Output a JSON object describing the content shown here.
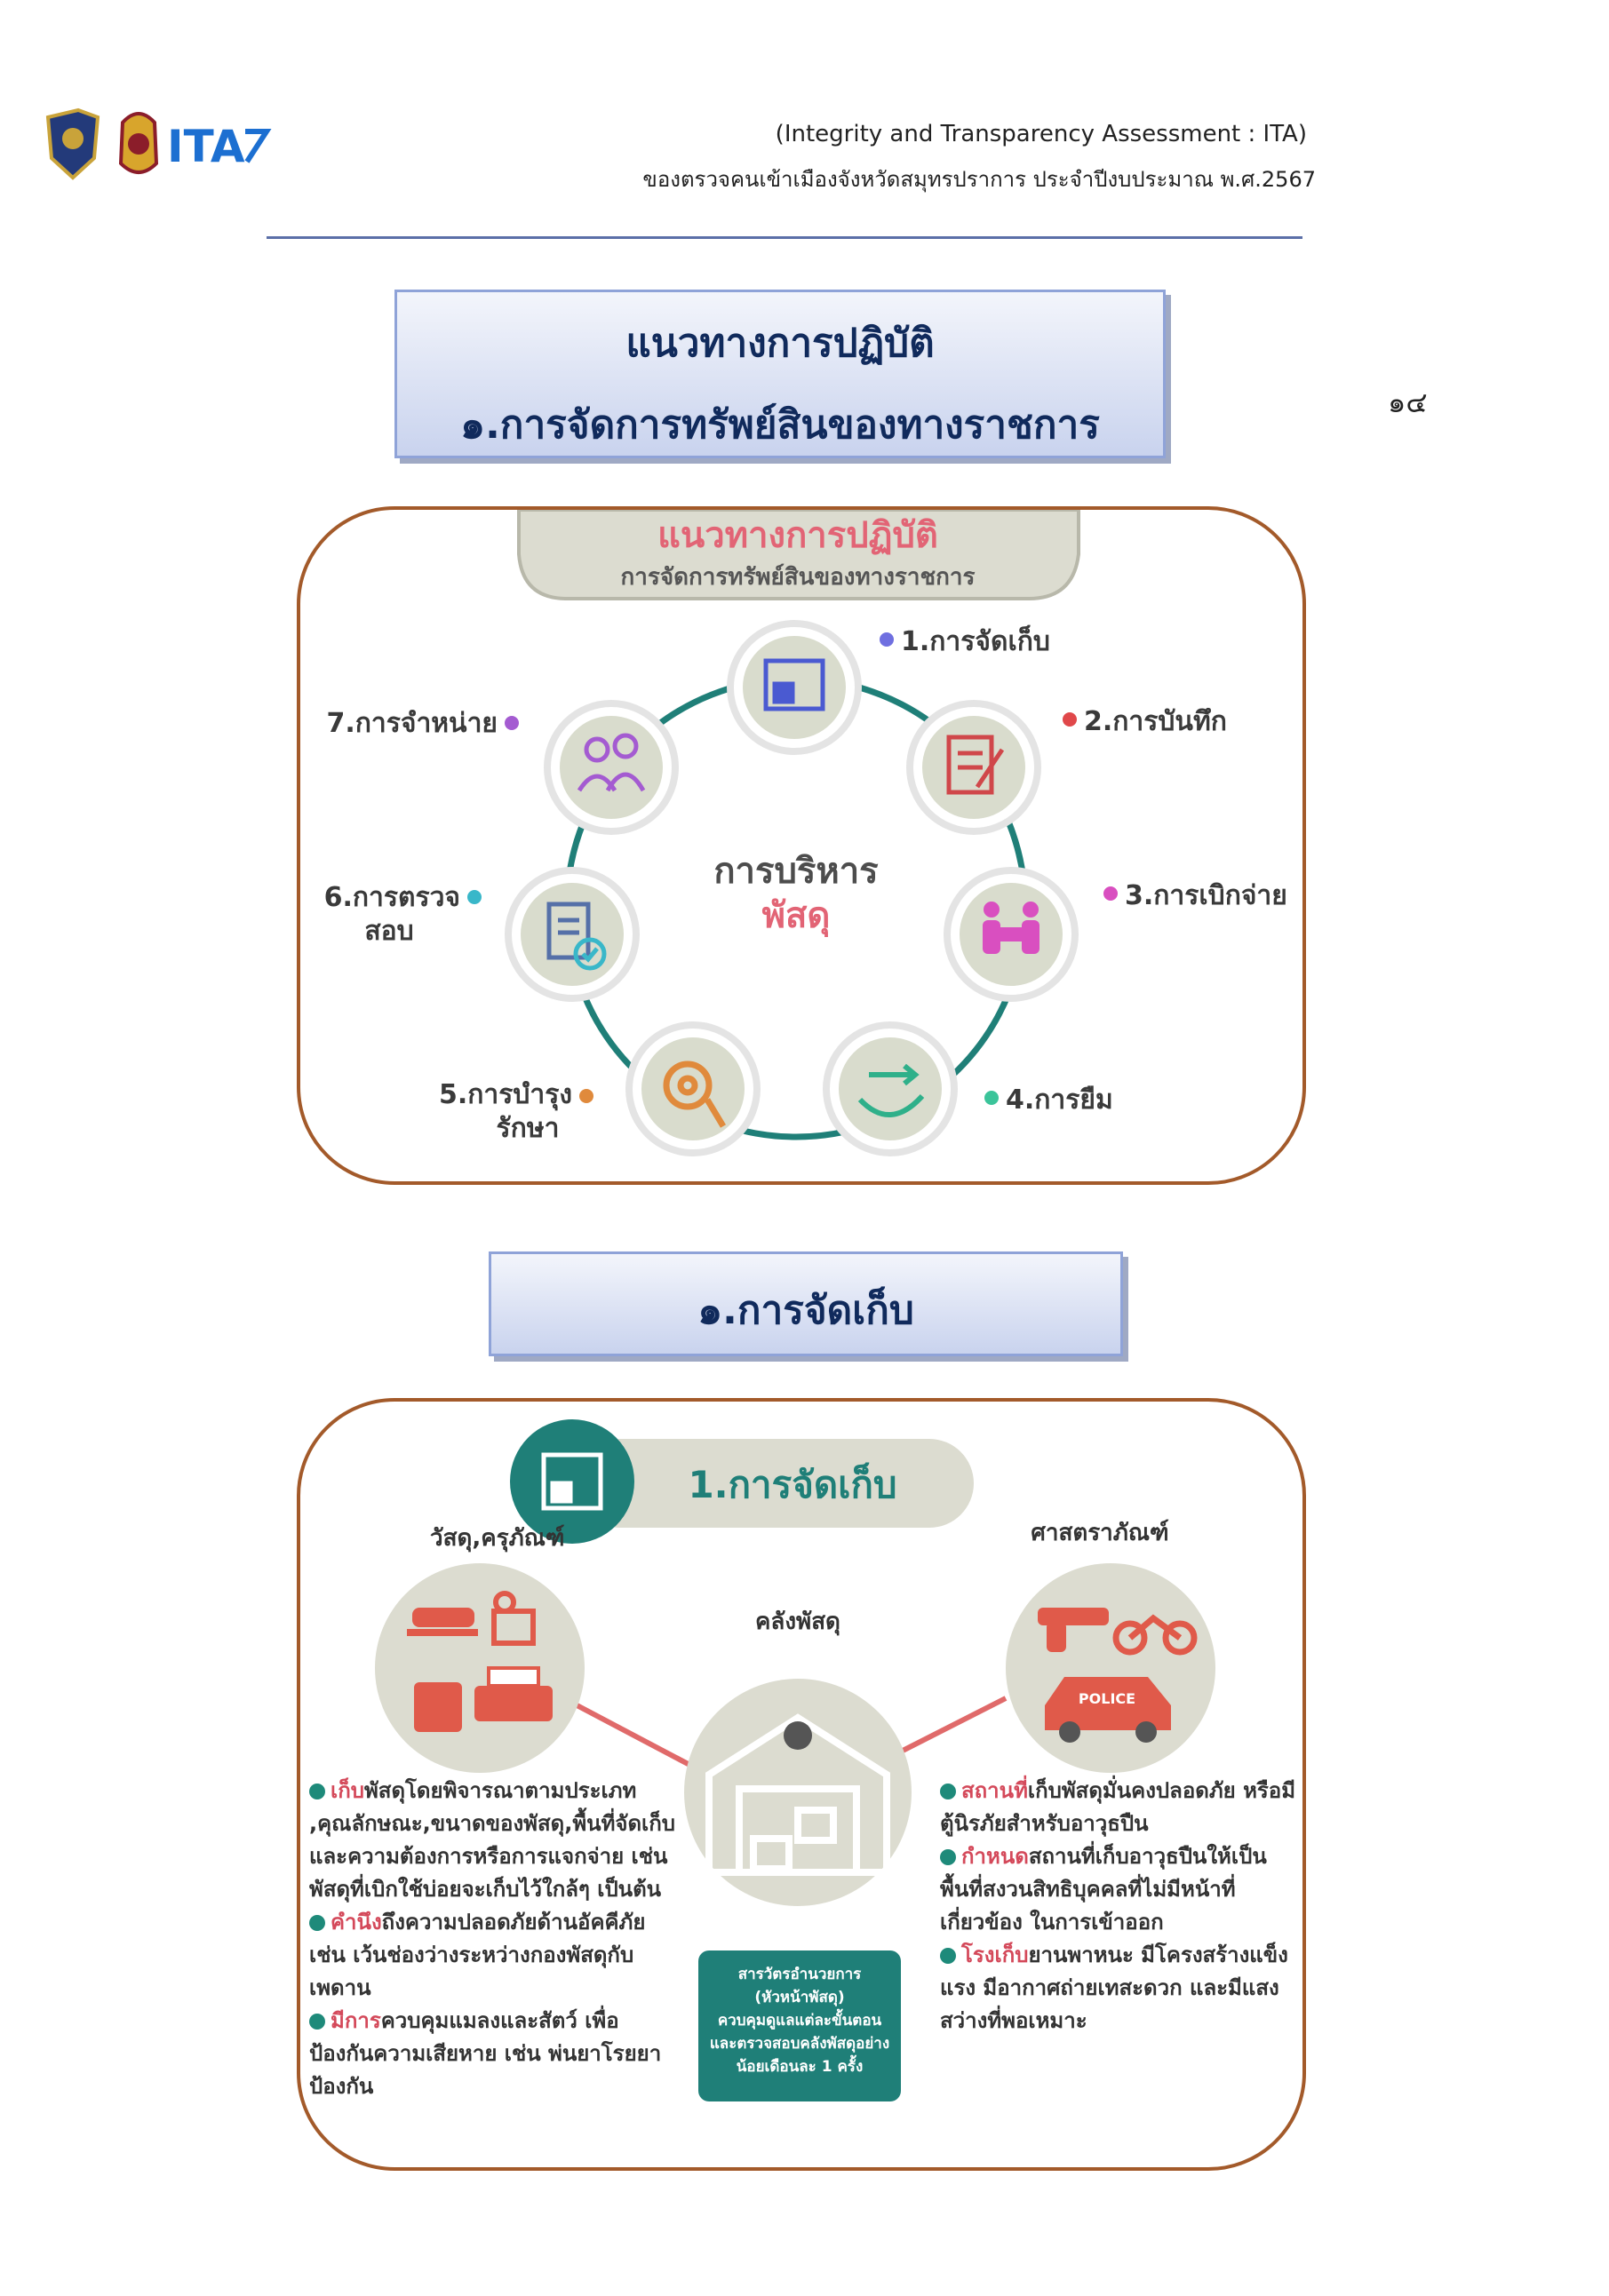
{
  "header": {
    "line1": "(Integrity and Transparency Assessment : ITA)",
    "line2": "ของตรวจคนเข้าเมืองจังหวัดสมุทรปราการ  ประจำปีงบประมาณ พ.ศ.2567",
    "ita_logo_text": "ITA"
  },
  "page_number": "๑๔",
  "title_box": {
    "line1": "แนวทางการปฏิบัติ",
    "line2": "๑.การจัดการทรัพย์สินของทางราชการ"
  },
  "infographic1": {
    "banner_title": "แนวทางการปฏิบัติ",
    "banner_subtitle": "การจัดการทรัพย์สินของทางราชการ",
    "center_line1": "การบริหาร",
    "center_line2": "พัสดุ",
    "steps": [
      {
        "label": "1.การจัดเก็บ",
        "icon": "storage-icon",
        "color": "#6f6fe0"
      },
      {
        "label": "2.การบันทึก",
        "icon": "document-edit-icon",
        "color": "#e0484a"
      },
      {
        "label": "3.การเบิกจ่าย",
        "icon": "handover-icon",
        "color": "#d94fc0"
      },
      {
        "label": "4.การยืม",
        "icon": "hand-arrow-icon",
        "color": "#3bc49a"
      },
      {
        "label": "5.การบำรุง",
        "label2": "รักษา",
        "icon": "gear-wrench-icon",
        "color": "#e08a3c"
      },
      {
        "label": "6.การตรวจ",
        "label2": "สอบ",
        "icon": "checklist-icon",
        "color": "#39b7c9"
      },
      {
        "label": "7.การจำหน่าย",
        "icon": "people-icon",
        "color": "#a45bd1"
      }
    ]
  },
  "section_box": {
    "title": "๑.การจัดเก็บ"
  },
  "infographic2": {
    "header_title": "1.การจัดเก็บ",
    "left_heading": "วัสดุ,ครุภัณฑ์",
    "center_heading": "คลังพัสดุ",
    "right_heading": "ศาสตราภัณฑ์",
    "police_label": "POLICE",
    "left_bullets": [
      {
        "hl": "เก็บ",
        "text": "พัสดุโดยพิจารณาตามประเภท ,คุณลักษณะ,ขนาดของพัสดุ,พื้นที่จัดเก็บ และความต้องการหรือการแจกจ่าย เช่น พัสดุที่เบิกใช้บ่อยจะเก็บไว้ใกล้ๆ เป็นต้น"
      },
      {
        "hl": "คำนึง",
        "text": "ถึงความปลอดภัยด้านอัคคีภัย เช่น เว้นช่องว่างระหว่างกองพัสดุกับเพดาน"
      },
      {
        "hl": "มีการ",
        "text": "ควบคุมแมลงและสัตว์ เพื่อป้องกันความเสียหาย เช่น พ่นยาโรยยาป้องกัน"
      }
    ],
    "right_bullets": [
      {
        "hl": "สถานที่",
        "text": "เก็บพัสดุมั่นคงปลอดภัย หรือมีตู้นิรภัยสำหรับอาวุธปืน"
      },
      {
        "hl": "กำหนด",
        "text": "สถานที่เก็บอาวุธปืนให้เป็นพื้นที่สงวนสิทธิบุคคลที่ไม่มีหน้าที่เกี่ยวข้อง ในการเข้าออก"
      },
      {
        "hl": "โรงเก็บ",
        "text": "ยานพาหนะ มีโครงสร้างแข็งแรง มีอากาศถ่ายเทสะดวก และมีแสงสว่างที่พอเหมาะ"
      }
    ],
    "teal_box": [
      "สารวัตรอำนวยการ",
      "(หัวหน้าพัสดุ)",
      "ควบคุมดูแลแต่ละขั้นตอน",
      "และตรวจสอบคลังพัสดุอย่าง",
      "น้อยเดือนละ 1 ครั้ง"
    ]
  }
}
